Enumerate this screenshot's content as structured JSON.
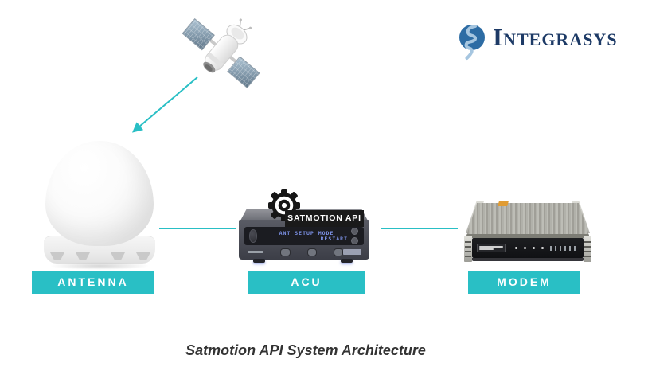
{
  "header": {
    "logo": {
      "text": "Integrasys"
    }
  },
  "colors": {
    "accent_teal": "#29bfc5",
    "logo_circle": "#2d6ca4",
    "logo_squiggle": "#a6c6e0",
    "logo_text": "#1d3a66",
    "label_text": "#ffffff",
    "acu_display_text": "#7d92e8"
  },
  "diagram": {
    "caption": "Satmotion API System Architecture",
    "nodes": [
      {
        "id": "antenna",
        "label": "ANTENNA"
      },
      {
        "id": "acu",
        "label": "ACU"
      },
      {
        "id": "modem",
        "label": "MODEM"
      }
    ],
    "acu": {
      "api_label": "SATMOTION API",
      "display_line1": "ANT SETUP MODE",
      "display_line2": "RESTART"
    },
    "connections": [
      {
        "from": "satellite",
        "to": "antenna",
        "style": "diagonal-arrow"
      },
      {
        "from": "antenna",
        "to": "acu",
        "style": "horizontal"
      },
      {
        "from": "acu",
        "to": "modem",
        "style": "horizontal"
      }
    ],
    "icons": {
      "satellite": "satellite-icon",
      "gear": "gear-icon",
      "logo_mark": "integrasys-logo-mark-icon"
    }
  }
}
